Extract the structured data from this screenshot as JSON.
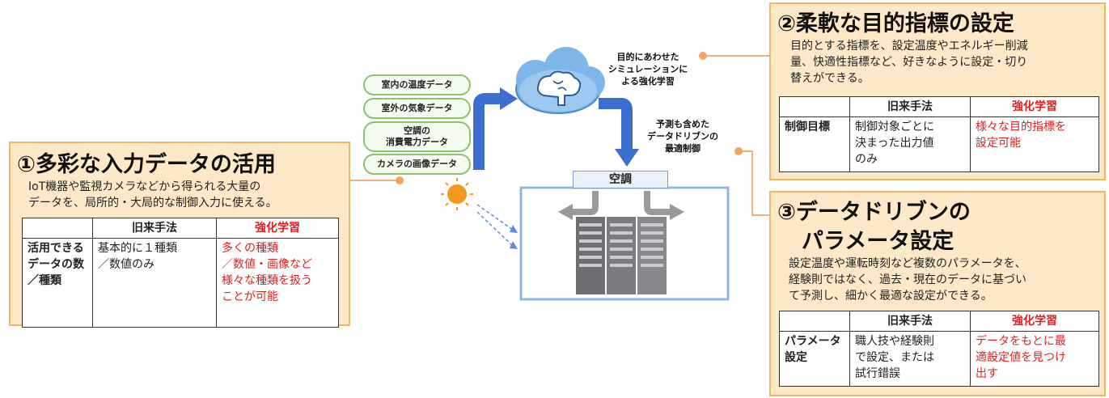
{
  "inputs": [
    "室内の温度データ",
    "室外の気象データ",
    "空調の\n消費電力データ",
    "カメラの画像データ"
  ],
  "cloud_label": "目的にあわせた\nシミュレーションに\nよる強化学習",
  "control_label": "予測も含めた\nデータドリブンの\n最適制御",
  "aircon_label": "空調",
  "icons": [
    "brain-cloud-icon",
    "sun-icon",
    "server-rack-icon",
    "arrow-icon"
  ],
  "colors": {
    "panel_bg": "#fde9c7",
    "panel_border": "#f0b865",
    "pill_border": "#8cc46a",
    "arrow": "#3b6fcf",
    "red": "#e02020"
  },
  "panel1": {
    "title": "①多彩な入力データの活用",
    "desc": "IoT機器や監視カメラなどから得られる大量の\nデータを、局所的・大局的な制御入力に使える。",
    "head_old": "旧来手法",
    "head_new": "強化学習",
    "row_label": "活用できるデータの数／種類",
    "old": "基本的に１種類\n／数値のみ",
    "new": "多くの種類\n／数値・画像など\n様々な種類を扱う\nことが可能"
  },
  "panel2": {
    "title": "②柔軟な目的指標の設定",
    "desc": "目的とする指標を、設定温度やエネルギー削減\n量、快適性指標など、好きなように設定・切り\n替えができる。",
    "head_old": "旧来手法",
    "head_new": "強化学習",
    "row_label": "制御目標",
    "old": "制御対象ごとに\n決まった出力値\nのみ",
    "new": "様々な目的指標を\n設定可能"
  },
  "panel3": {
    "title_line1": "③データドリブンの",
    "title_line2": "パラメータ設定",
    "desc": "設定温度や運転時刻など複数のパラメータを、\n経験則ではなく、過去・現在のデータに基づい\nて予測し、細かく最適な設定ができる。",
    "head_old": "旧来手法",
    "head_new": "強化学習",
    "row_label": "パラメータ設定",
    "old": "職人技や経験則\nで設定、または\n試行錯誤",
    "new": "データをもとに最\n適設定値を見つけ\n出す"
  }
}
